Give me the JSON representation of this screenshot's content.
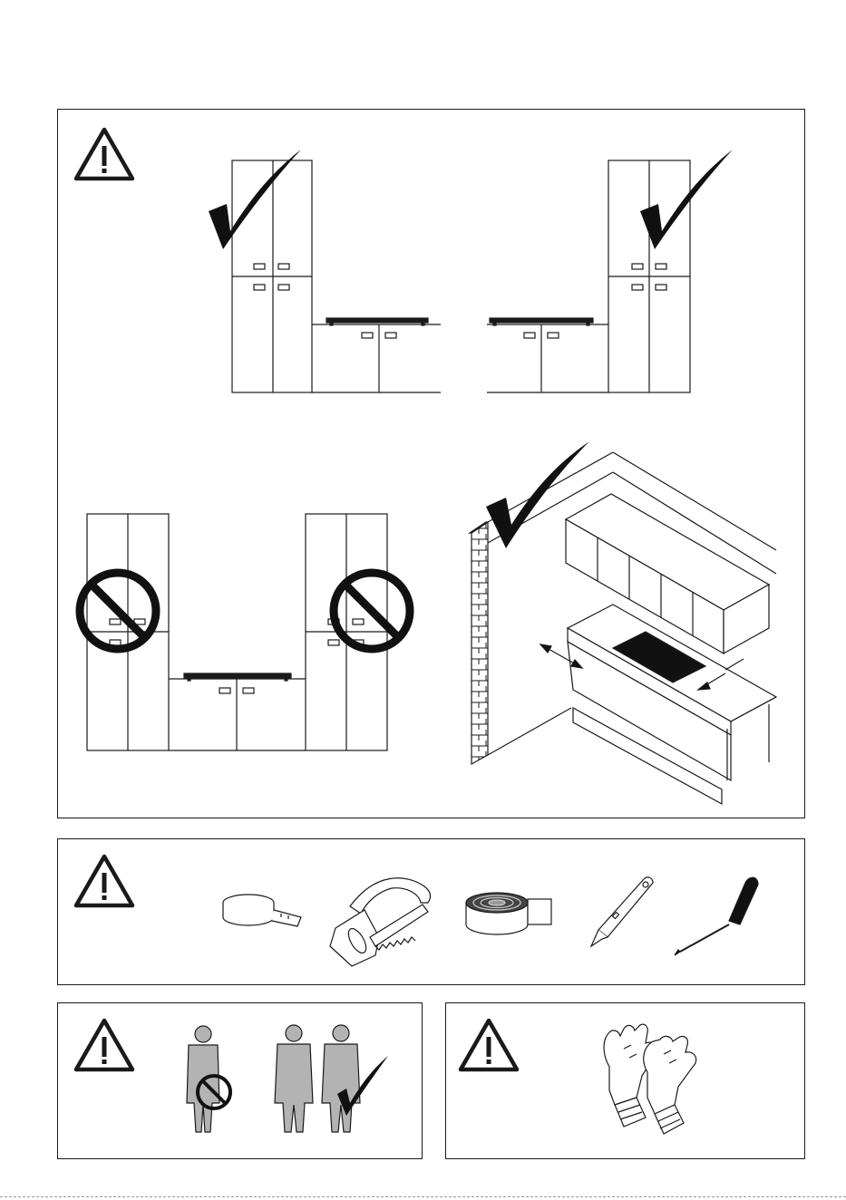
{
  "page": {
    "panels": [
      {
        "id": "installation-position",
        "icon": "warning-icon"
      },
      {
        "id": "required-tools",
        "icon": "warning-icon",
        "tools": [
          "tape-measure-icon",
          "hacksaw-icon",
          "sealing-tape-roll-icon",
          "utility-knife-icon",
          "screwdriver-icon"
        ]
      },
      {
        "id": "two-persons",
        "icon": "warning-icon"
      },
      {
        "id": "protective-gloves",
        "icon": "warning-icon"
      }
    ],
    "colors": {
      "line": "#1a1a1a",
      "figure": "#b3b3b3",
      "hob": "#111111"
    }
  }
}
